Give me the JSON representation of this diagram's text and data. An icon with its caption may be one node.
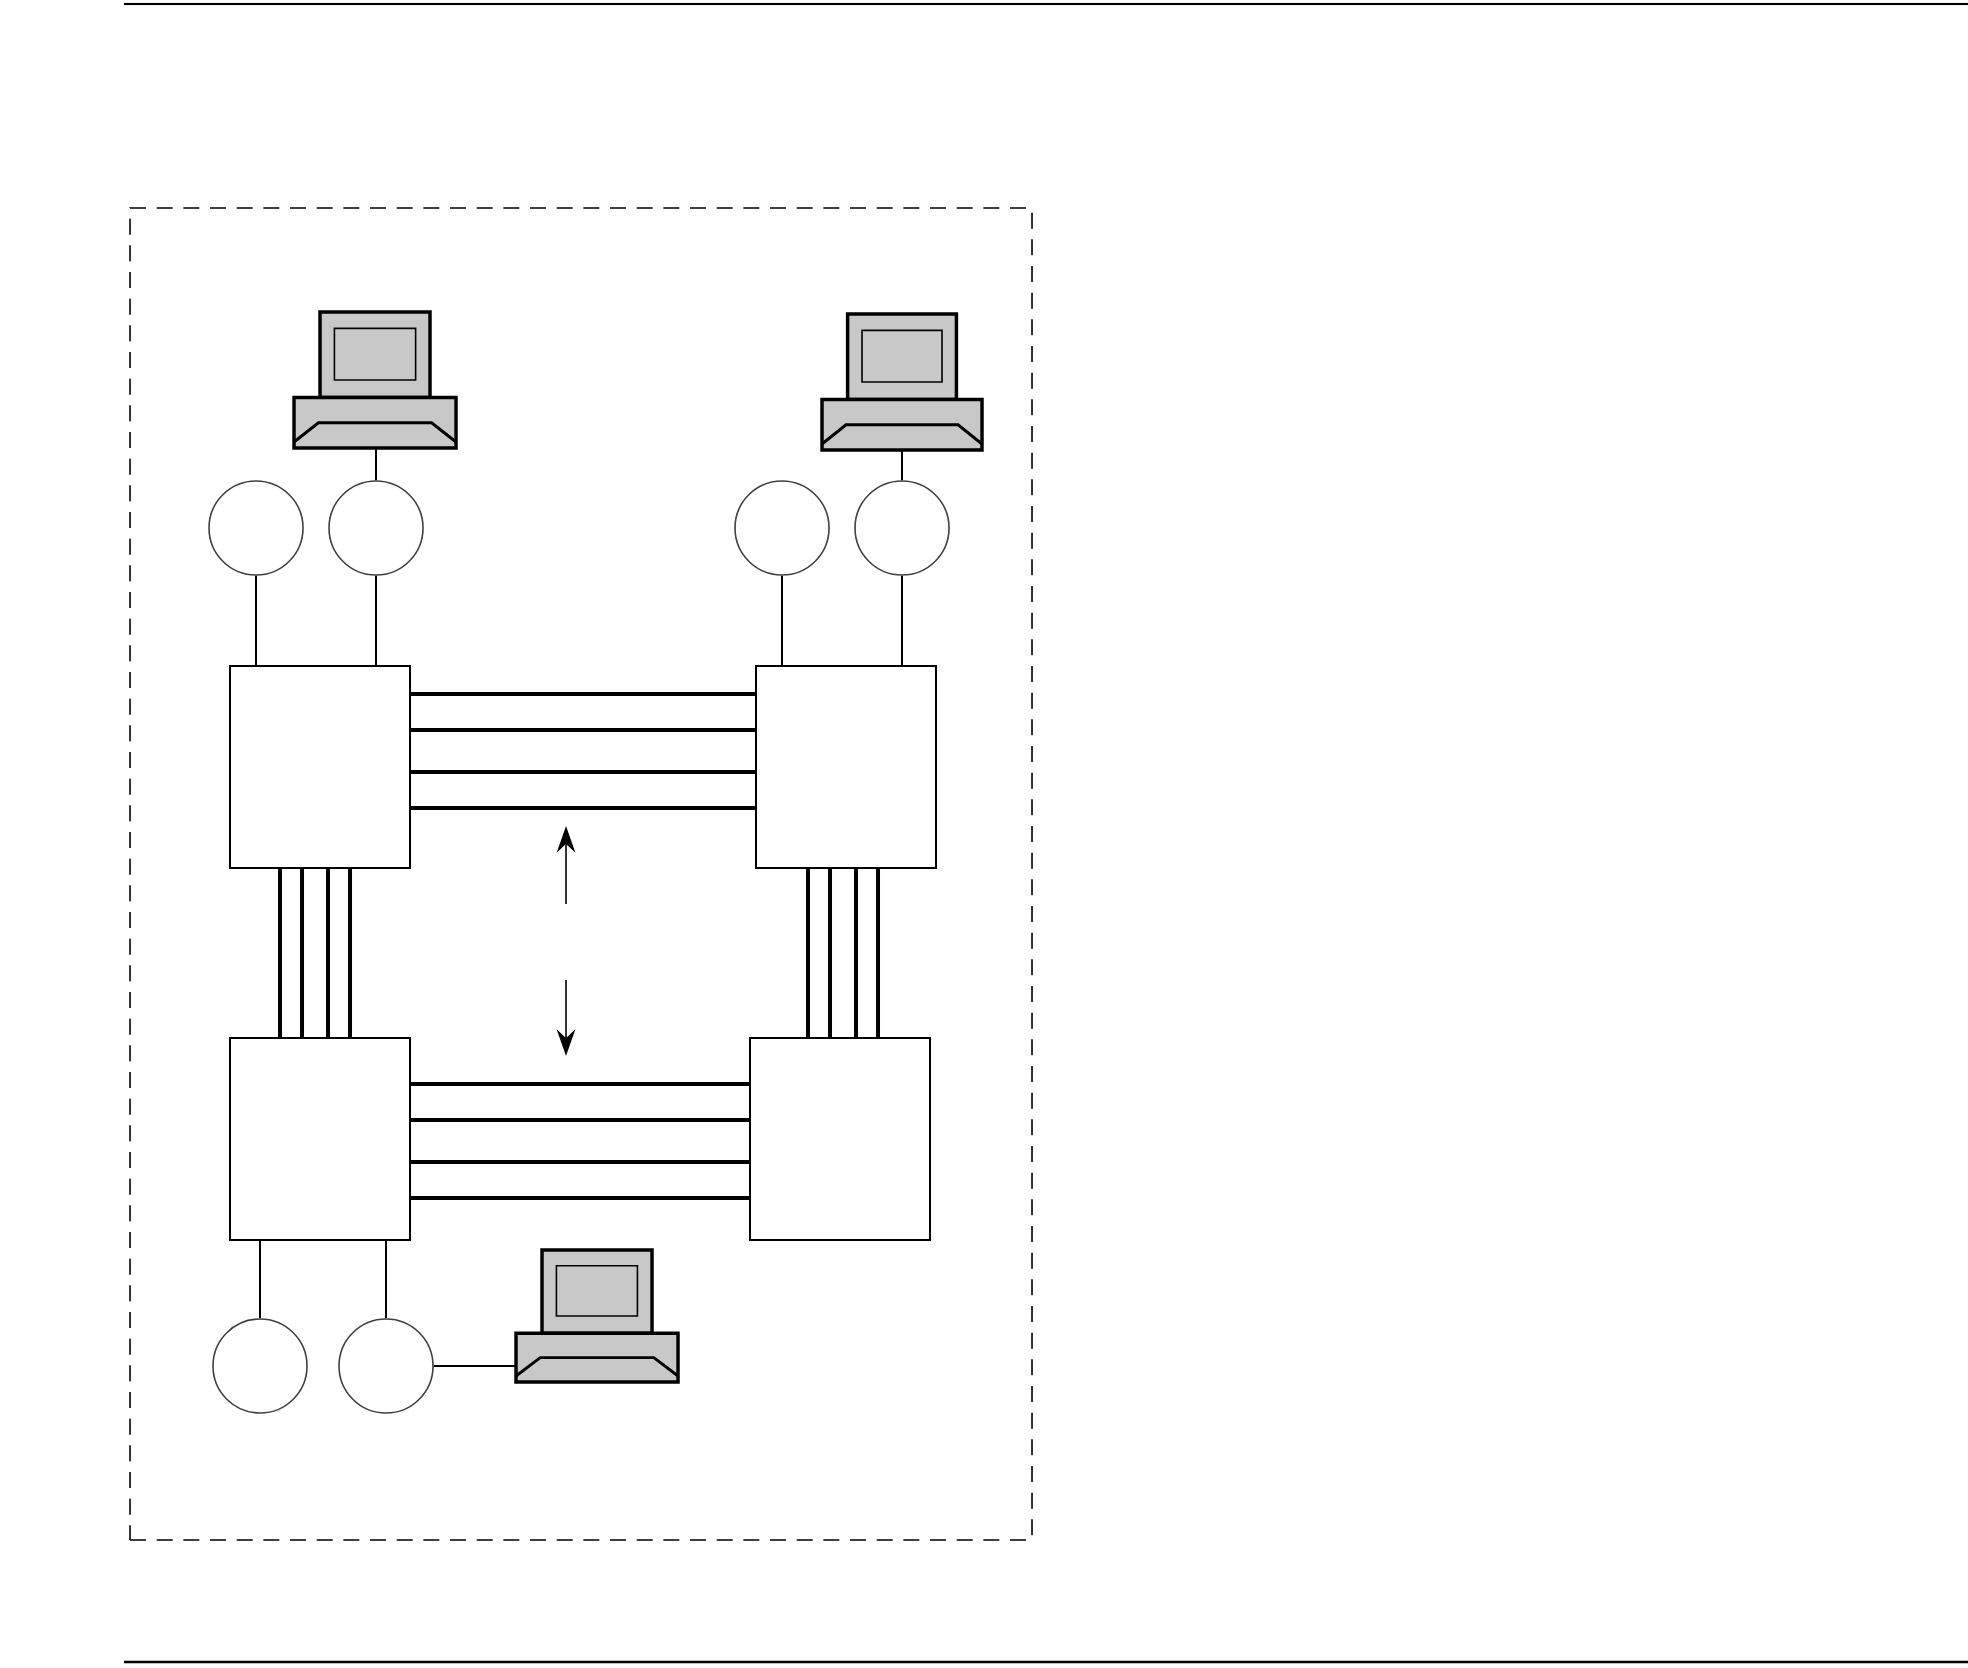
{
  "diagram": {
    "nodes": [
      {
        "text": [],
        "shape": "box"
      },
      {
        "text": [],
        "shape": "computer",
        "in": 0
      },
      {
        "text": [],
        "shape": "computer",
        "in": 0
      },
      {
        "text": [],
        "shape": "circle",
        "in": 0
      },
      {
        "text": [],
        "shape": "circle",
        "in": 0
      },
      {
        "text": [],
        "shape": "circle",
        "in": 0
      },
      {
        "text": [],
        "shape": "circle",
        "in": 0
      },
      {
        "text": [],
        "shape": "box",
        "in": 0
      },
      {
        "text": [],
        "shape": "box",
        "in": 0
      },
      {
        "text": [],
        "shape": "box",
        "in": 0
      },
      {
        "text": [],
        "shape": "box",
        "in": 0
      },
      {
        "text": [],
        "shape": "circle",
        "in": 0
      },
      {
        "text": [],
        "shape": "circle",
        "in": 0
      },
      {
        "text": [],
        "shape": "computer",
        "in": 0
      }
    ],
    "edges": [
      {
        "from": 1,
        "to": 4,
        "arrow": "none"
      },
      {
        "from": 2,
        "to": 6,
        "arrow": "none"
      },
      {
        "from": 3,
        "to": 7,
        "arrow": "none"
      },
      {
        "from": 4,
        "to": 7,
        "arrow": "none"
      },
      {
        "from": 5,
        "to": 8,
        "arrow": "none"
      },
      {
        "from": 6,
        "to": 8,
        "arrow": "none"
      },
      {
        "from": 7,
        "to": 8,
        "arrow": "none"
      },
      {
        "from": 7,
        "to": 8,
        "arrow": "none"
      },
      {
        "from": 7,
        "to": 8,
        "arrow": "none"
      },
      {
        "from": 7,
        "to": 8,
        "arrow": "none"
      },
      {
        "from": 7,
        "to": 9,
        "arrow": "none"
      },
      {
        "from": 7,
        "to": 9,
        "arrow": "none"
      },
      {
        "from": 7,
        "to": 9,
        "arrow": "none"
      },
      {
        "from": 7,
        "to": 9,
        "arrow": "none"
      },
      {
        "from": 8,
        "to": 10,
        "arrow": "none"
      },
      {
        "from": 8,
        "to": 10,
        "arrow": "none"
      },
      {
        "from": 8,
        "to": 10,
        "arrow": "none"
      },
      {
        "from": 8,
        "to": 10,
        "arrow": "none"
      },
      {
        "from": 9,
        "to": 10,
        "arrow": "none"
      },
      {
        "from": 9,
        "to": 10,
        "arrow": "none"
      },
      {
        "from": 9,
        "to": 10,
        "arrow": "none"
      },
      {
        "from": 9,
        "to": 10,
        "arrow": "none"
      },
      {
        "from": 9,
        "to": 11,
        "arrow": "none"
      },
      {
        "from": 9,
        "to": 12,
        "arrow": "none"
      },
      {
        "from": 12,
        "to": 13,
        "arrow": "none"
      }
    ]
  }
}
